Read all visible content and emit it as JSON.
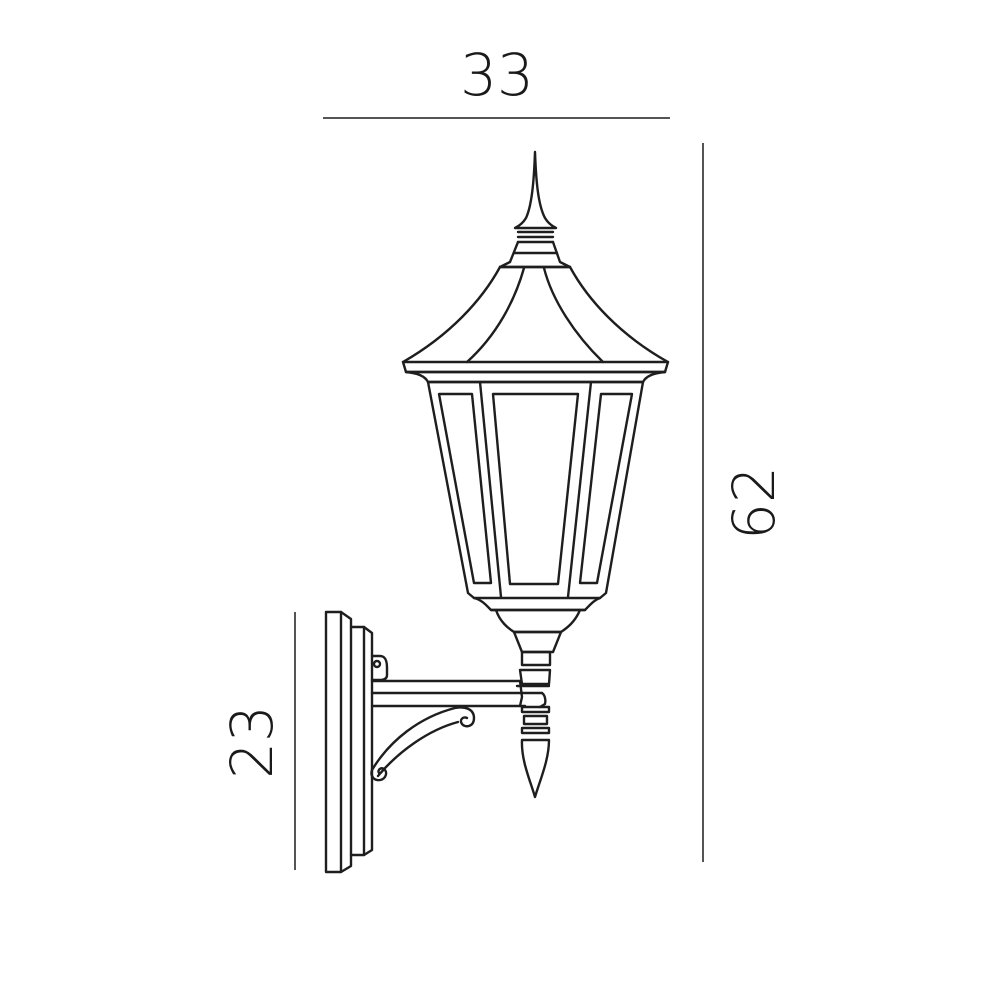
{
  "diagram": {
    "subject": "wall lantern technical dimension drawing",
    "units": "cm",
    "colors": {
      "ink": "#1e1e1e",
      "dimension_line": "#555555",
      "background": "#ffffff"
    },
    "dimensions": {
      "width": {
        "label": "33",
        "orientation": "horizontal"
      },
      "height": {
        "label": "62",
        "orientation": "vertical"
      },
      "projection": {
        "label": "23",
        "orientation": "vertical"
      }
    },
    "parts": [
      "finial",
      "roof",
      "lantern-body",
      "glass-panels",
      "bottom-collar",
      "wall-plate",
      "arm",
      "scroll-bracket",
      "bottom-spike"
    ]
  }
}
